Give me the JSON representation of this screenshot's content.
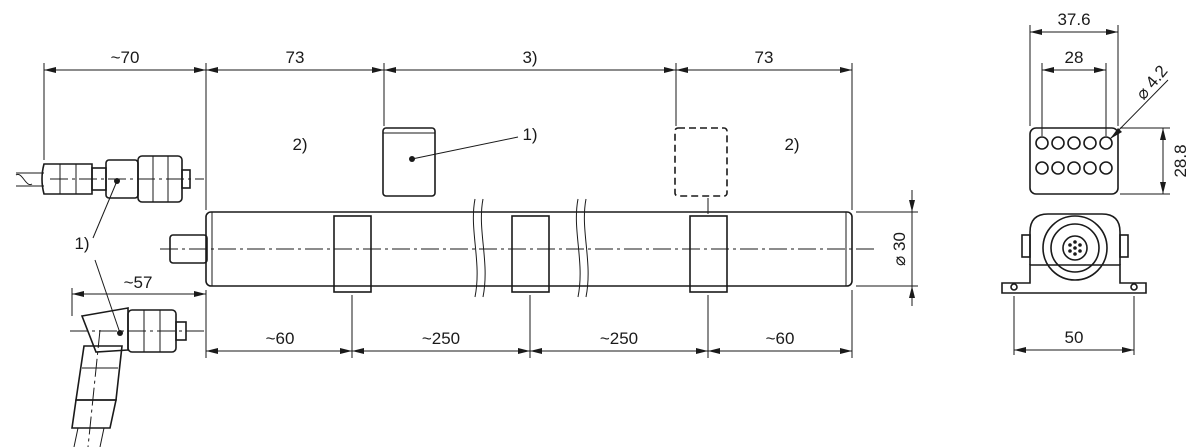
{
  "dimensions": {
    "connector_straight_length": "~70",
    "connector_angled_length": "~57",
    "top_left_section": "73",
    "top_middle_section": "3)",
    "top_right_section": "73",
    "bottom_outer_left": "~60",
    "bottom_inner_left": "~250",
    "bottom_inner_right": "~250",
    "bottom_outer_right": "~60",
    "tube_diameter": "⌀ 30",
    "end_view_overall_width": "37.6",
    "end_view_hole_spacing": "28",
    "end_view_hole_diameter": "⌀ 4.2",
    "end_view_height": "28.8",
    "end_view_base_width": "50"
  },
  "callouts": {
    "connector": "1)",
    "mounting_clip": "1)",
    "zone_left": "2)",
    "zone_right": "2)"
  }
}
